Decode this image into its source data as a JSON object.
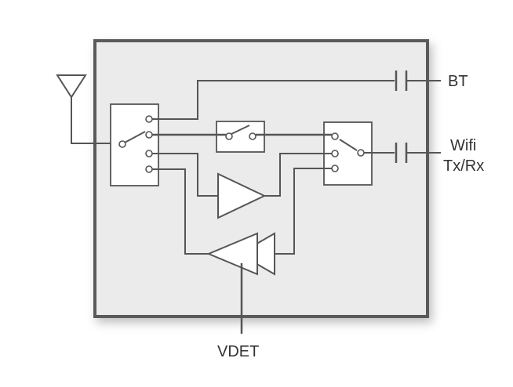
{
  "labels": {
    "bt": "BT",
    "wifi": "Wifi",
    "txrx": "Tx/Rx",
    "vdet": "VDET"
  },
  "colors": {
    "line": "#555555",
    "chip_fill": "#ebebeb",
    "chip_border": "#5a5a5a",
    "text": "#333333"
  },
  "icons": {
    "antenna": "antenna-icon",
    "capacitor": "capacitor-icon",
    "switch": "switch-icon",
    "amplifier": "amplifier-icon"
  }
}
